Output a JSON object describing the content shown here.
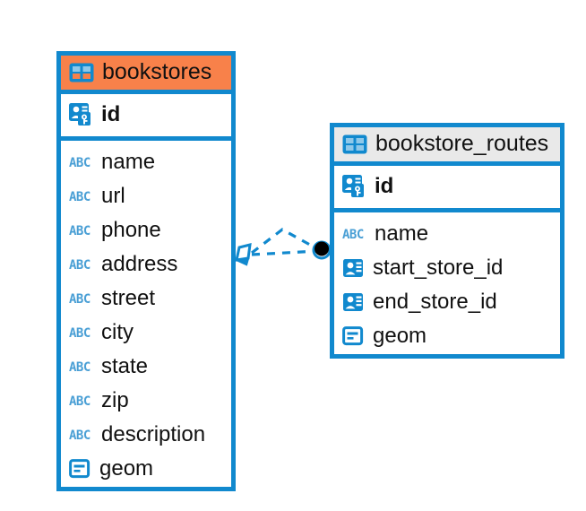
{
  "diagram": {
    "type": "entity-relationship-diagram",
    "background_color": "#ffffff",
    "accent_color": "#1189ce",
    "header_highlight_color": "#f8814a",
    "header_default_color": "#e9e9e9"
  },
  "entities": [
    {
      "name": "bookstores",
      "header_color": "#f8814a",
      "selected": true,
      "primary_key": {
        "label": "id",
        "icon": "primary-key-icon",
        "type": "key"
      },
      "fields": [
        {
          "label": "name",
          "icon": "text-field-icon",
          "type": "abc"
        },
        {
          "label": "url",
          "icon": "text-field-icon",
          "type": "abc"
        },
        {
          "label": "phone",
          "icon": "text-field-icon",
          "type": "abc"
        },
        {
          "label": "address",
          "icon": "text-field-icon",
          "type": "abc"
        },
        {
          "label": "street",
          "icon": "text-field-icon",
          "type": "abc"
        },
        {
          "label": "city",
          "icon": "text-field-icon",
          "type": "abc"
        },
        {
          "label": "state",
          "icon": "text-field-icon",
          "type": "abc"
        },
        {
          "label": "zip",
          "icon": "text-field-icon",
          "type": "abc"
        },
        {
          "label": "description",
          "icon": "text-field-icon",
          "type": "abc"
        },
        {
          "label": "geom",
          "icon": "geometry-field-icon",
          "type": "geom"
        }
      ]
    },
    {
      "name": "bookstore_routes",
      "header_color": "#e9e9e9",
      "selected": false,
      "primary_key": {
        "label": "id",
        "icon": "primary-key-icon",
        "type": "key"
      },
      "fields": [
        {
          "label": "name",
          "icon": "text-field-icon",
          "type": "abc"
        },
        {
          "label": "start_store_id",
          "icon": "foreign-key-icon",
          "type": "fk"
        },
        {
          "label": "end_store_id",
          "icon": "foreign-key-icon",
          "type": "fk"
        },
        {
          "label": "geom",
          "icon": "geometry-field-icon",
          "type": "geom"
        }
      ]
    }
  ],
  "relationship": {
    "style": "dashed",
    "color": "#1189ce",
    "source_entity": "bookstores",
    "target_entity": "bookstore_routes",
    "source_marker": "rhombus-marker",
    "target_marker": "filled-circle-marker",
    "branch_count": 2
  }
}
